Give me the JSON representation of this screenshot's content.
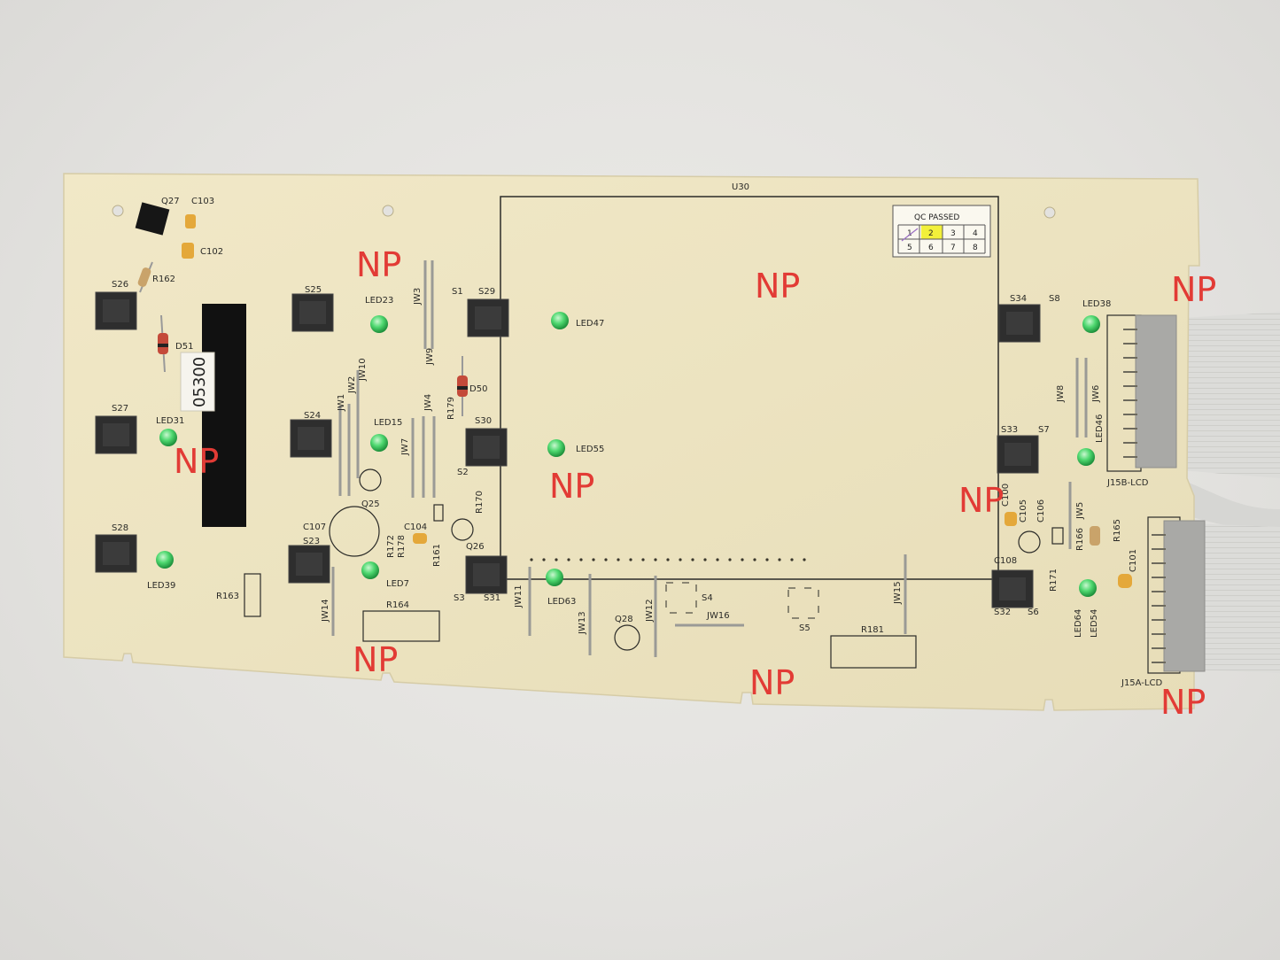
{
  "board": {
    "sticker_number": "05300",
    "lcd_area_label": "U30",
    "qc_stamp": {
      "title": "QC PASSED",
      "cells": [
        "1",
        "2",
        "3",
        "4",
        "5",
        "6",
        "7",
        "8"
      ],
      "highlighted_cell": "2"
    },
    "connectors": [
      "J15B-LCD",
      "J15A-LCD"
    ],
    "np_mark": "NP",
    "switch_labels": [
      "S26",
      "S27",
      "S28",
      "S25",
      "S24",
      "S23",
      "S29",
      "S30",
      "S31",
      "S1",
      "S2",
      "S3",
      "S34",
      "S33",
      "S32",
      "S8",
      "S7",
      "S6",
      "S4",
      "S5"
    ],
    "led_labels": [
      "LED23",
      "LED31",
      "LED39",
      "LED15",
      "LED7",
      "LED47",
      "LED55",
      "LED63",
      "LED38",
      "LED46",
      "LED64",
      "LED54"
    ],
    "jumper_labels": [
      "JW1",
      "JW2",
      "JW3",
      "JW4",
      "JW5",
      "JW6",
      "JW7",
      "JW8",
      "JW9",
      "JW10",
      "JW11",
      "JW12",
      "JW13",
      "JW14",
      "JW15",
      "JW16"
    ],
    "resistor_labels": [
      "R162",
      "R163",
      "R164",
      "R161",
      "R170",
      "R172",
      "R178",
      "R179",
      "R181",
      "R165",
      "R166",
      "R171"
    ],
    "capacitor_labels": [
      "C103",
      "C102",
      "C104",
      "C107",
      "C100",
      "C105",
      "C106",
      "C108",
      "C101"
    ],
    "diode_labels": [
      "D51",
      "D50"
    ],
    "transistor_labels": [
      "Q27",
      "Q25",
      "Q26",
      "Q28"
    ]
  },
  "colors": {
    "background": "#e4e3e0",
    "pcb": "#efe6c4",
    "silkscreen": "#2b2b28",
    "led_green": "#3fd46a",
    "np_marker": "#e23b35",
    "ribbon_cable": "#d9d9d6",
    "qc_highlight": "#f2f03a"
  }
}
